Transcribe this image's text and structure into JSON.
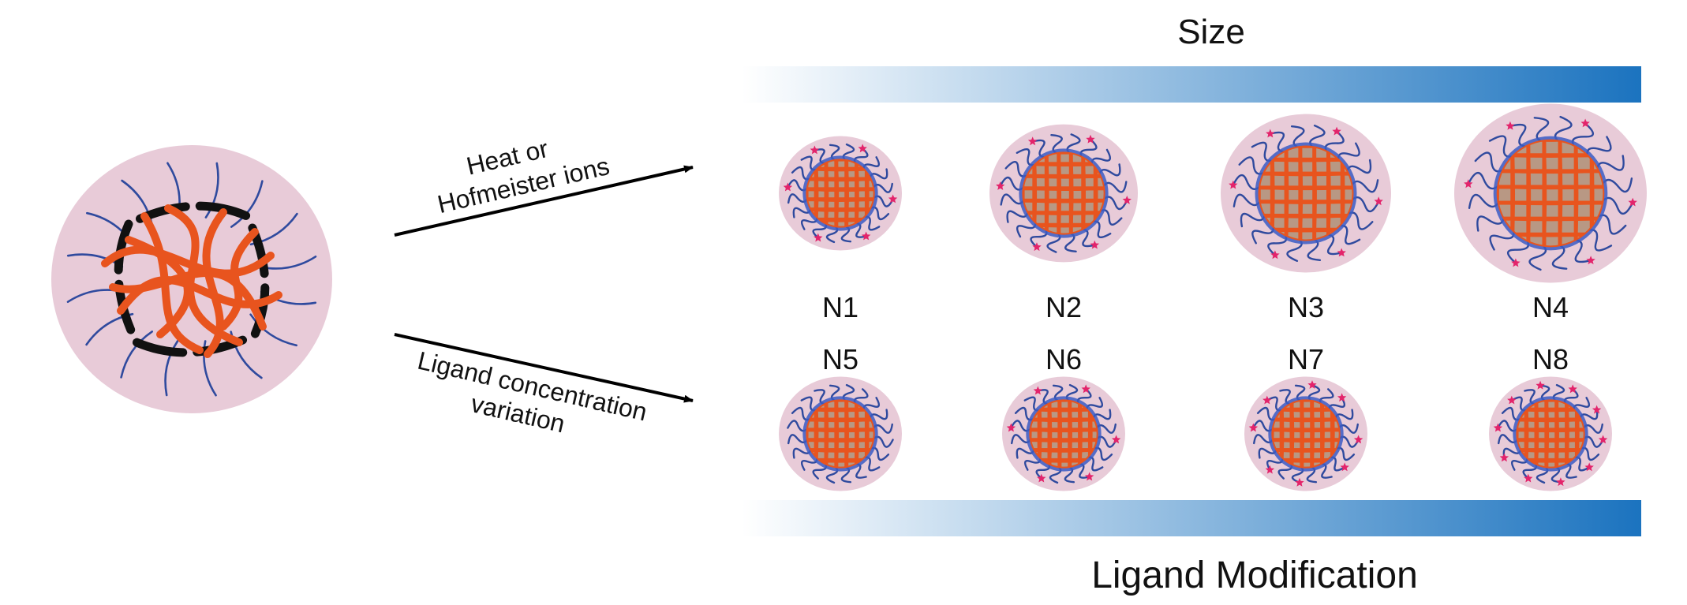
{
  "colors": {
    "particle_shell": "#e8cbd8",
    "core": "#e8541e",
    "mesh": "#e8541e",
    "ligand": "#2f4a9e",
    "core_rim": "#3b5cc4",
    "marker": "#e3246b",
    "cavity": "#8fd0d8",
    "bar_end": "#1b73bf",
    "arrow": "#000000"
  },
  "labels": {
    "size": "Size",
    "ligand_modification": "Ligand Modification",
    "top_arrow_line1": "Heat or",
    "top_arrow_line2": "Hofmeister ions",
    "bottom_arrow_line1": "Ligand concentration",
    "bottom_arrow_line2": "variation"
  },
  "particles_top": [
    {
      "label": "N1",
      "size_level": 1,
      "marker_level": 1
    },
    {
      "label": "N2",
      "size_level": 2,
      "marker_level": 1
    },
    {
      "label": "N3",
      "size_level": 3,
      "marker_level": 1
    },
    {
      "label": "N4",
      "size_level": 4,
      "marker_level": 1
    }
  ],
  "particles_bottom": [
    {
      "label": "N5",
      "size_level": 1,
      "marker_level": 0
    },
    {
      "label": "N6",
      "size_level": 1,
      "marker_level": 1
    },
    {
      "label": "N7",
      "size_level": 1,
      "marker_level": 2
    },
    {
      "label": "N8",
      "size_level": 1,
      "marker_level": 3
    }
  ]
}
